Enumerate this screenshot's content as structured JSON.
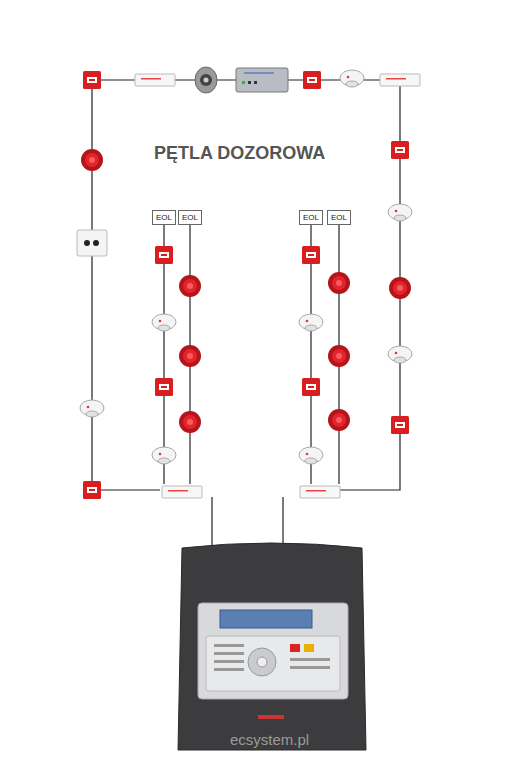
{
  "diagram": {
    "title": "PĘTLA DOZOROWA",
    "nodes": [
      {
        "text": [
          "EOL"
        ]
      },
      {
        "text": [
          "EOL"
        ]
      },
      {
        "text": [
          "EOL"
        ]
      },
      {
        "text": [
          "EOL"
        ]
      }
    ],
    "labels": [
      "ecsystem.pl"
    ]
  }
}
